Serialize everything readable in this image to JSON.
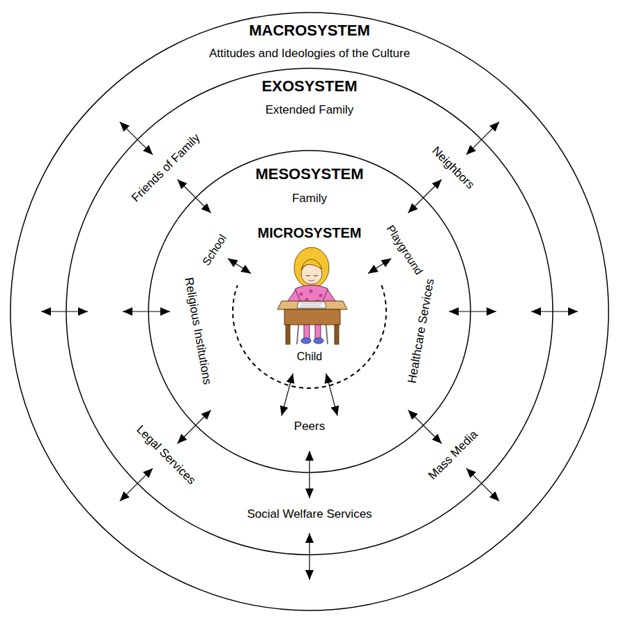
{
  "diagram": {
    "nodes": [
      {
        "text": [
          "MACROSYSTEM",
          "Attitudes and Ideologies of the Culture"
        ]
      },
      {
        "text": [
          "EXOSYSTEM",
          "Extended Family"
        ],
        "in": 0
      },
      {
        "text": [
          "MESOSYSTEM",
          "Family"
        ],
        "in": 1
      },
      {
        "text": [
          "MICROSYSTEM",
          "Child"
        ],
        "in": 2
      }
    ],
    "labels": [
      "Friends of Family",
      "Neighbors",
      "School",
      "Playground",
      "Religious Institutions",
      "Healthcare Services",
      "Peers",
      "Legal Services",
      "Social Welfare Services",
      "Mass Media"
    ]
  }
}
